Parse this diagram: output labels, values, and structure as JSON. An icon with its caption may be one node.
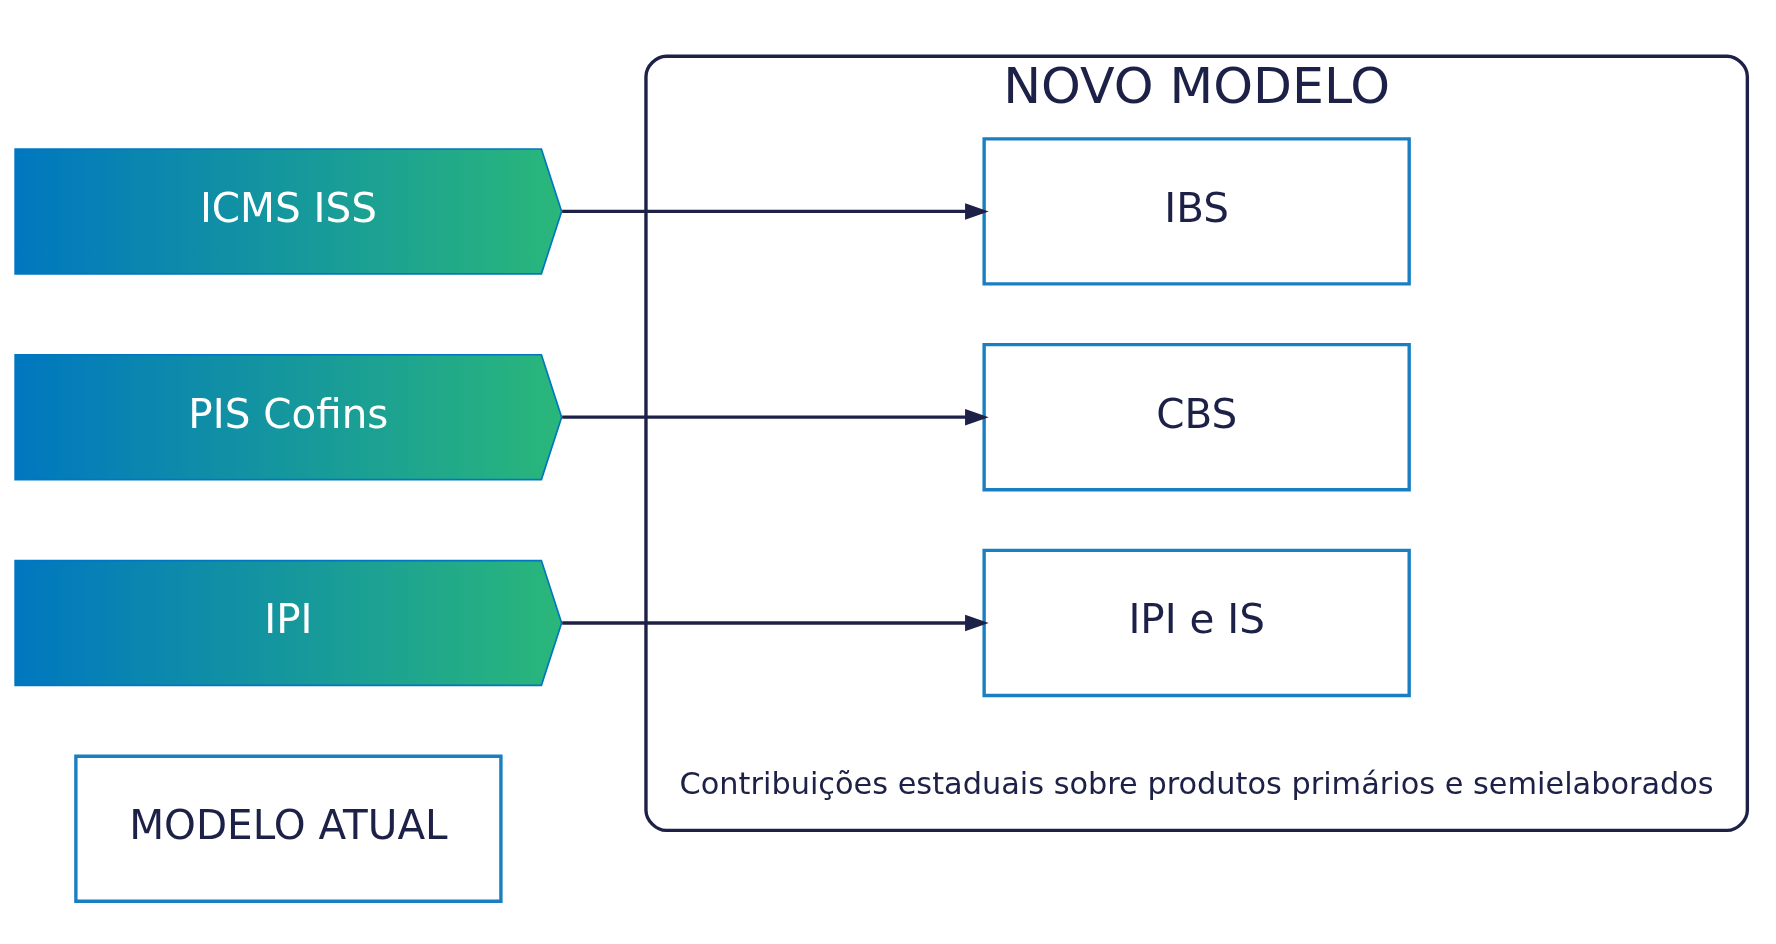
{
  "diagram": {
    "nodes": [
      {
        "text": [
          "MODELO ATUAL"
        ]
      },
      {
        "text": [
          "NOVO MODELO"
        ]
      },
      {
        "text": [
          "ICMS ISS"
        ]
      },
      {
        "text": [
          "IBS"
        ],
        "in": 1
      },
      {
        "text": [
          "PIS Cofins"
        ]
      },
      {
        "text": [
          "CBS"
        ],
        "in": 1
      },
      {
        "text": [
          "IPI"
        ]
      },
      {
        "text": [
          "IPI e IS"
        ],
        "in": 1,
        "beside": [
          "Contribuições estaduais sobre produtos primários e semielaborados"
        ]
      }
    ],
    "edges": [
      {
        "from": 2,
        "to": 3,
        "arrow": "to"
      },
      {
        "from": 4,
        "to": 5,
        "arrow": "to"
      },
      {
        "from": 6,
        "to": 7,
        "arrow": "to"
      }
    ]
  }
}
